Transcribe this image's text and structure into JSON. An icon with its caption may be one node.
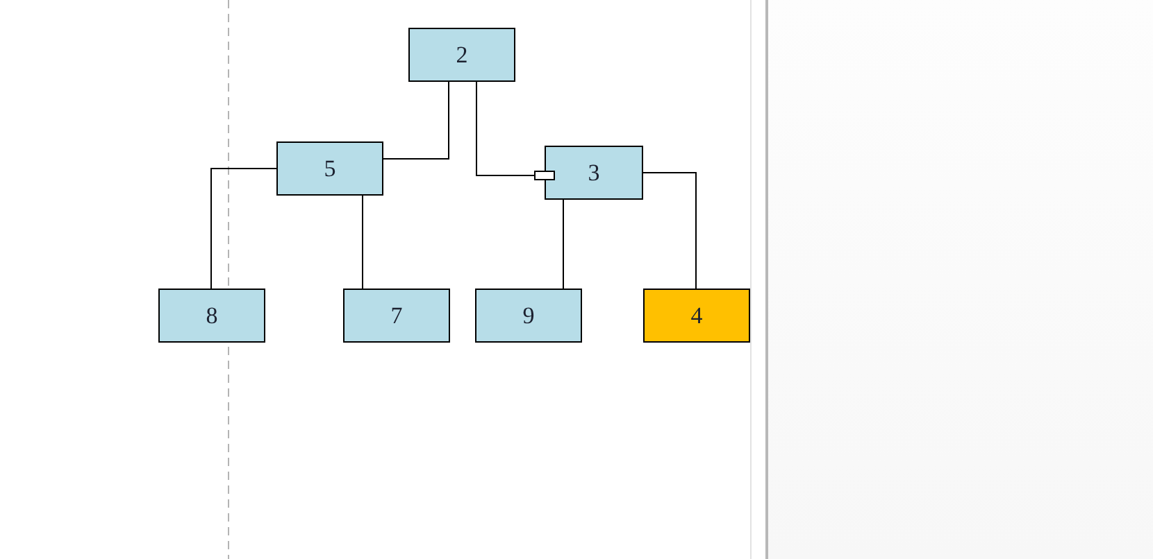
{
  "diagram": {
    "nodes": [
      {
        "text": [
          "2"
        ]
      },
      {
        "text": [
          "5"
        ]
      },
      {
        "text": [
          "3"
        ]
      },
      {
        "text": [
          "8"
        ]
      },
      {
        "text": [
          "7"
        ]
      },
      {
        "text": [
          "9"
        ]
      },
      {
        "text": [
          "4"
        ]
      }
    ],
    "edges": [
      {
        "from": 0,
        "to": 1,
        "arrow": "none"
      },
      {
        "from": 0,
        "to": 2,
        "arrow": "other"
      },
      {
        "from": 1,
        "to": 3,
        "arrow": "none"
      },
      {
        "from": 1,
        "to": 4,
        "arrow": "none"
      },
      {
        "from": 2,
        "to": 5,
        "arrow": "none"
      },
      {
        "from": 2,
        "to": 6,
        "arrow": "none"
      }
    ]
  }
}
